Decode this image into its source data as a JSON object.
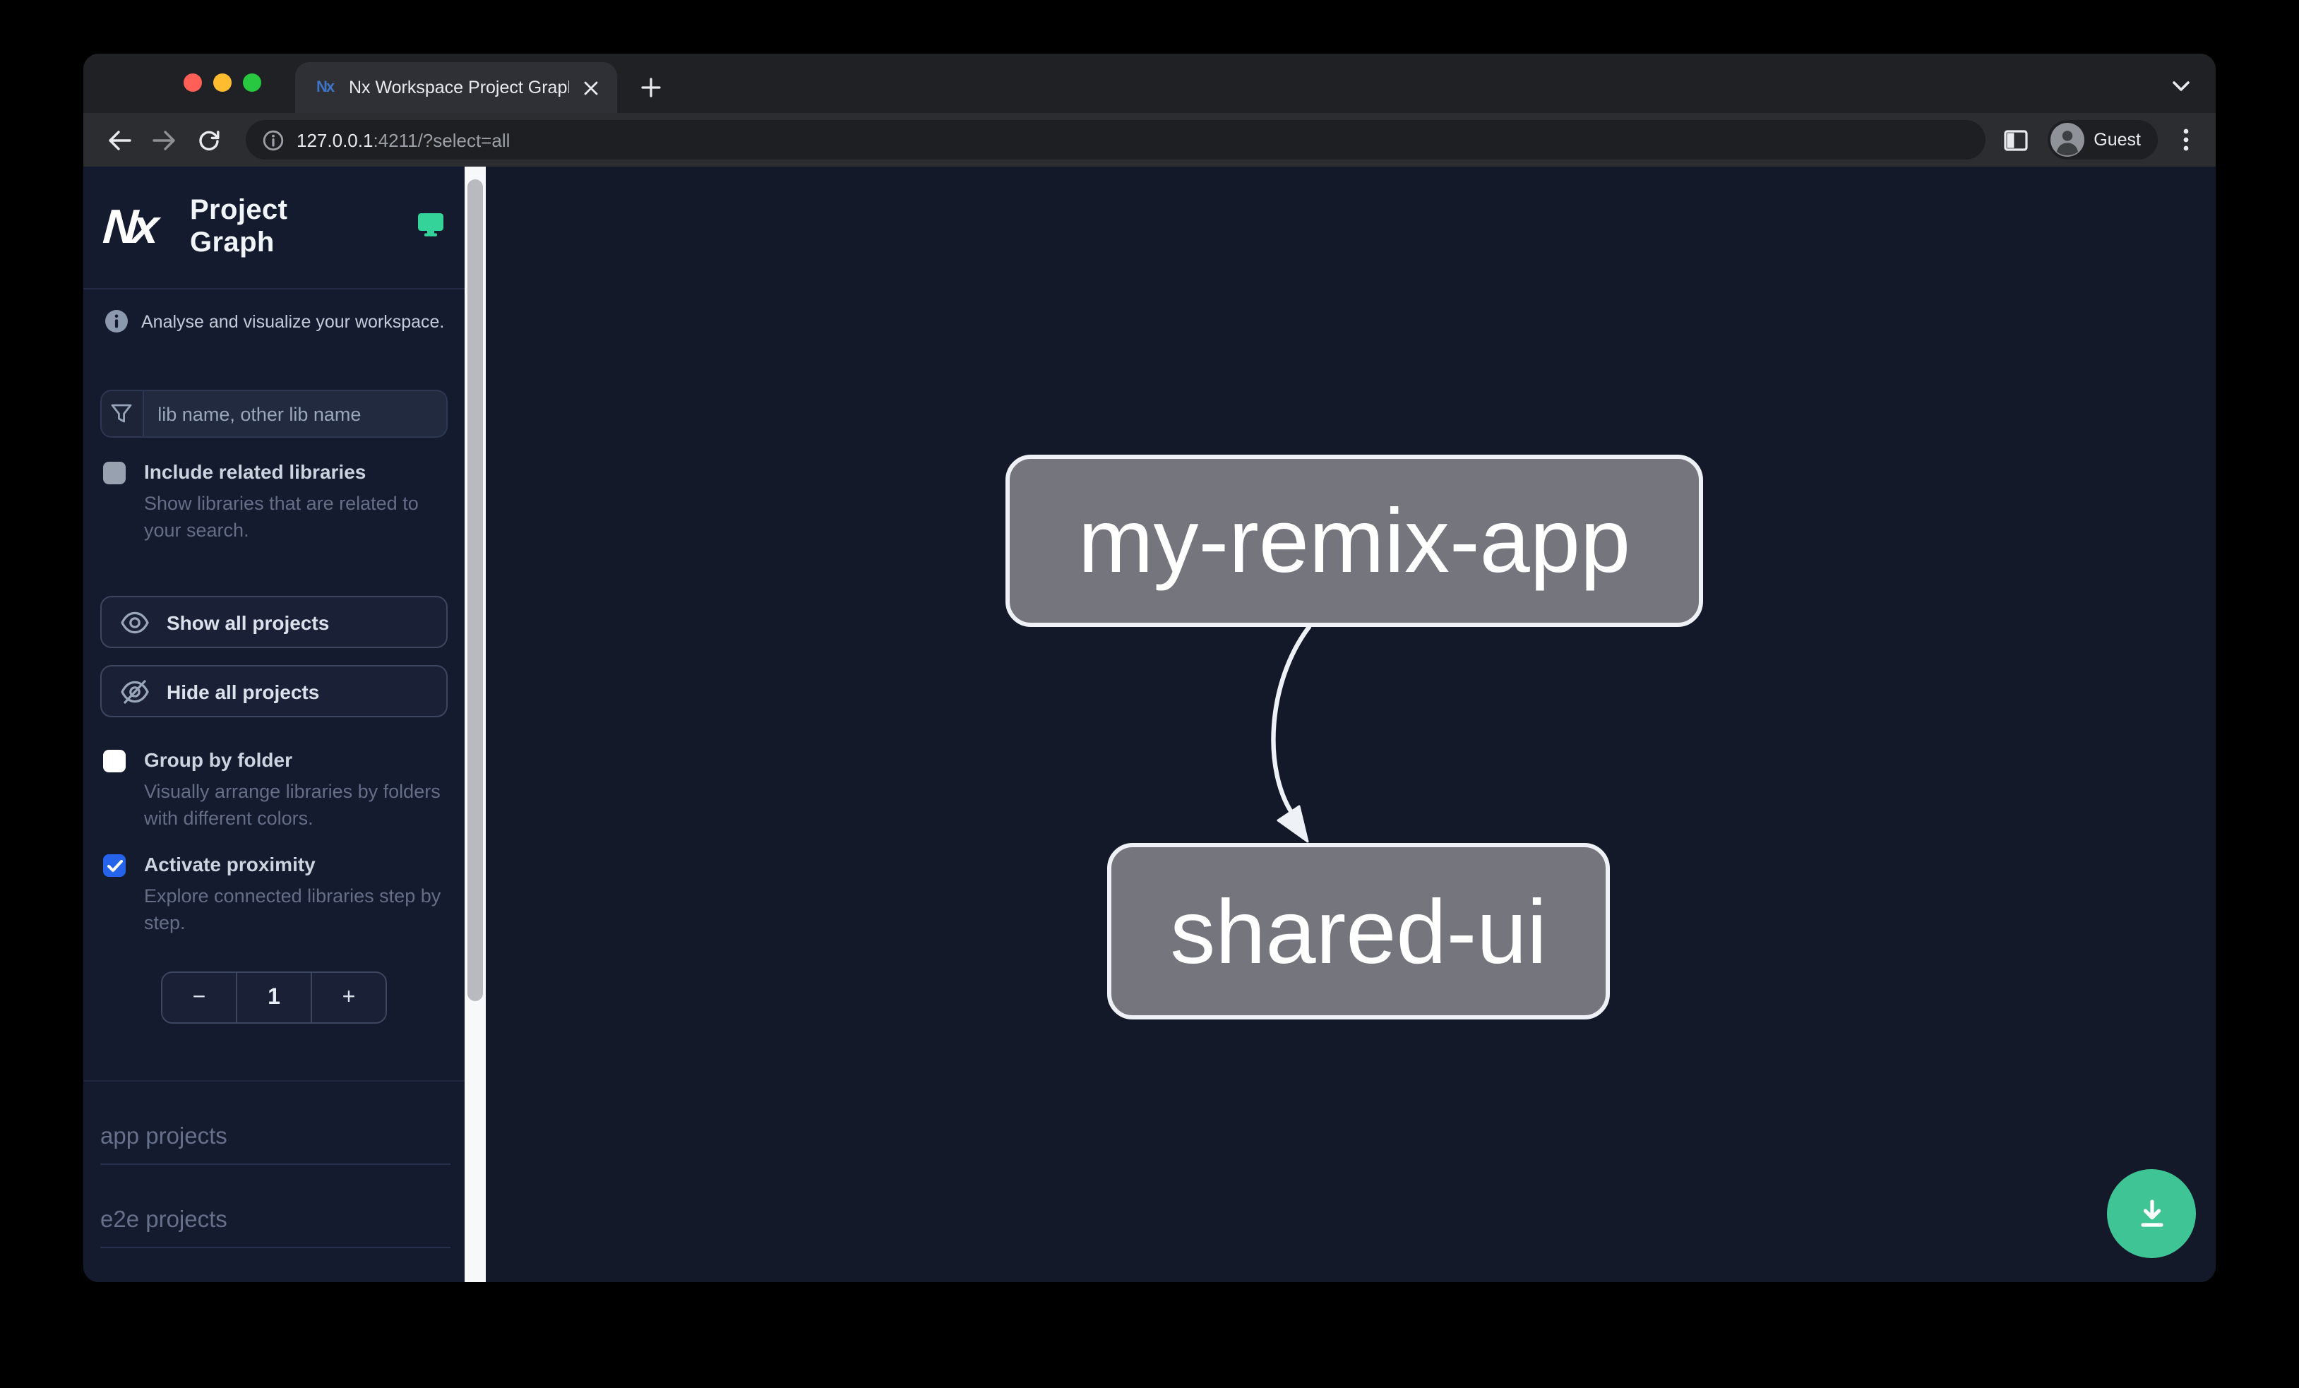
{
  "browser": {
    "tab_title": "Nx Workspace Project Graph",
    "favicon_text": "Nx",
    "url_host": "127.0.0.1",
    "url_rest": ":4211/?select=all",
    "guest_label": "Guest"
  },
  "sidebar": {
    "logo_text": "Nx",
    "title": "Project Graph",
    "tagline": "Analyse and visualize your workspace.",
    "search_placeholder": "lib name, other lib name",
    "include_related": {
      "label": "Include related libraries",
      "description": "Show libraries that are related to your search.",
      "checked": false
    },
    "show_all_label": "Show all projects",
    "hide_all_label": "Hide all projects",
    "group_by_folder": {
      "label": "Group by folder",
      "description": "Visually arrange libraries by folders with different colors.",
      "checked": false
    },
    "activate_proximity": {
      "label": "Activate proximity",
      "description": "Explore connected libraries step by step.",
      "checked": true
    },
    "proximity_stepper": {
      "decrement": "−",
      "value": "1",
      "increment": "+"
    },
    "sections": [
      {
        "label": "app projects"
      },
      {
        "label": "e2e projects"
      }
    ]
  },
  "graph": {
    "nodes": [
      {
        "label": "my-remix-app"
      },
      {
        "label": "shared-ui"
      }
    ],
    "edges": [
      {
        "source": "my-remix-app",
        "target": "shared-ui"
      }
    ]
  },
  "colors": {
    "accent_green": "#34d399",
    "fab_green": "#3fc495",
    "checkbox_blue": "#2563eb",
    "node_fill": "#75757e",
    "node_border": "#eef1f6",
    "sidebar_bg": "#151b2f",
    "canvas_bg": "#141929"
  }
}
